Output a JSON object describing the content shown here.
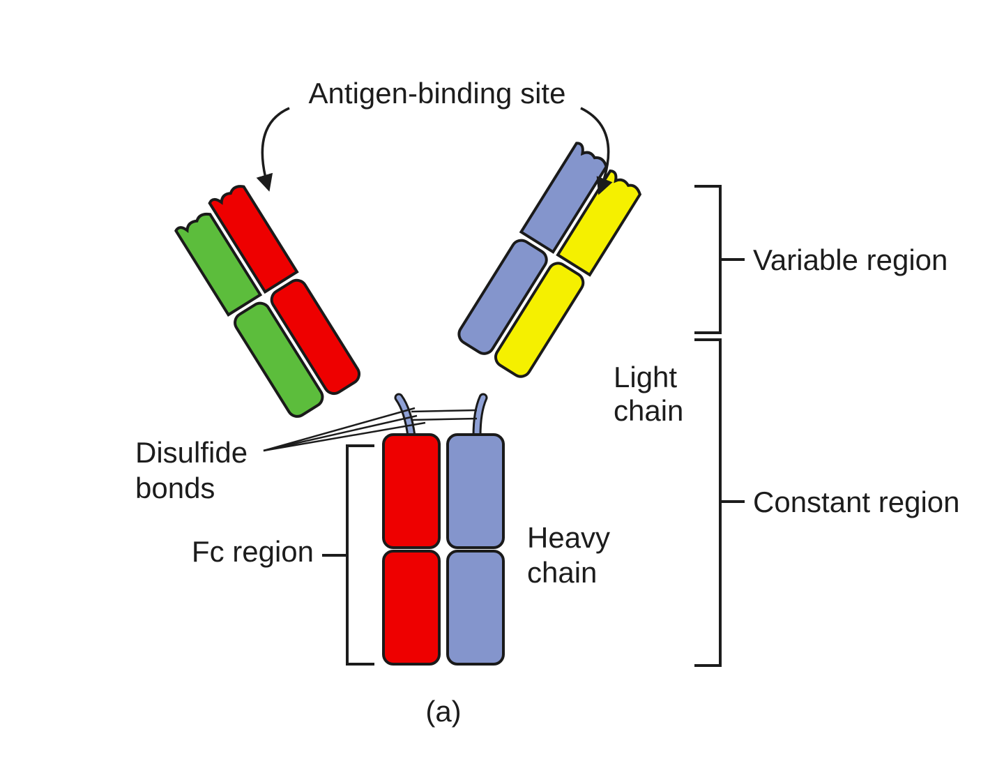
{
  "labels": {
    "antigen_binding_site": "Antigen-binding site",
    "variable_region": "Variable region",
    "constant_region": "Constant region",
    "light_chain_line1": "Light",
    "light_chain_line2": "chain",
    "heavy_chain_line1": "Heavy",
    "heavy_chain_line2": "chain",
    "disulfide_line1": "Disulfide",
    "disulfide_line2": "bonds",
    "fc_region": "Fc region",
    "panel_label": "(a)"
  },
  "colors": {
    "heavy_chain_red": "#ee0000",
    "heavy_chain_blue": "#8495cc",
    "light_chain_green": "#5cbd3c",
    "light_chain_yellow": "#f5f000",
    "outline": "#1a1a1a"
  }
}
